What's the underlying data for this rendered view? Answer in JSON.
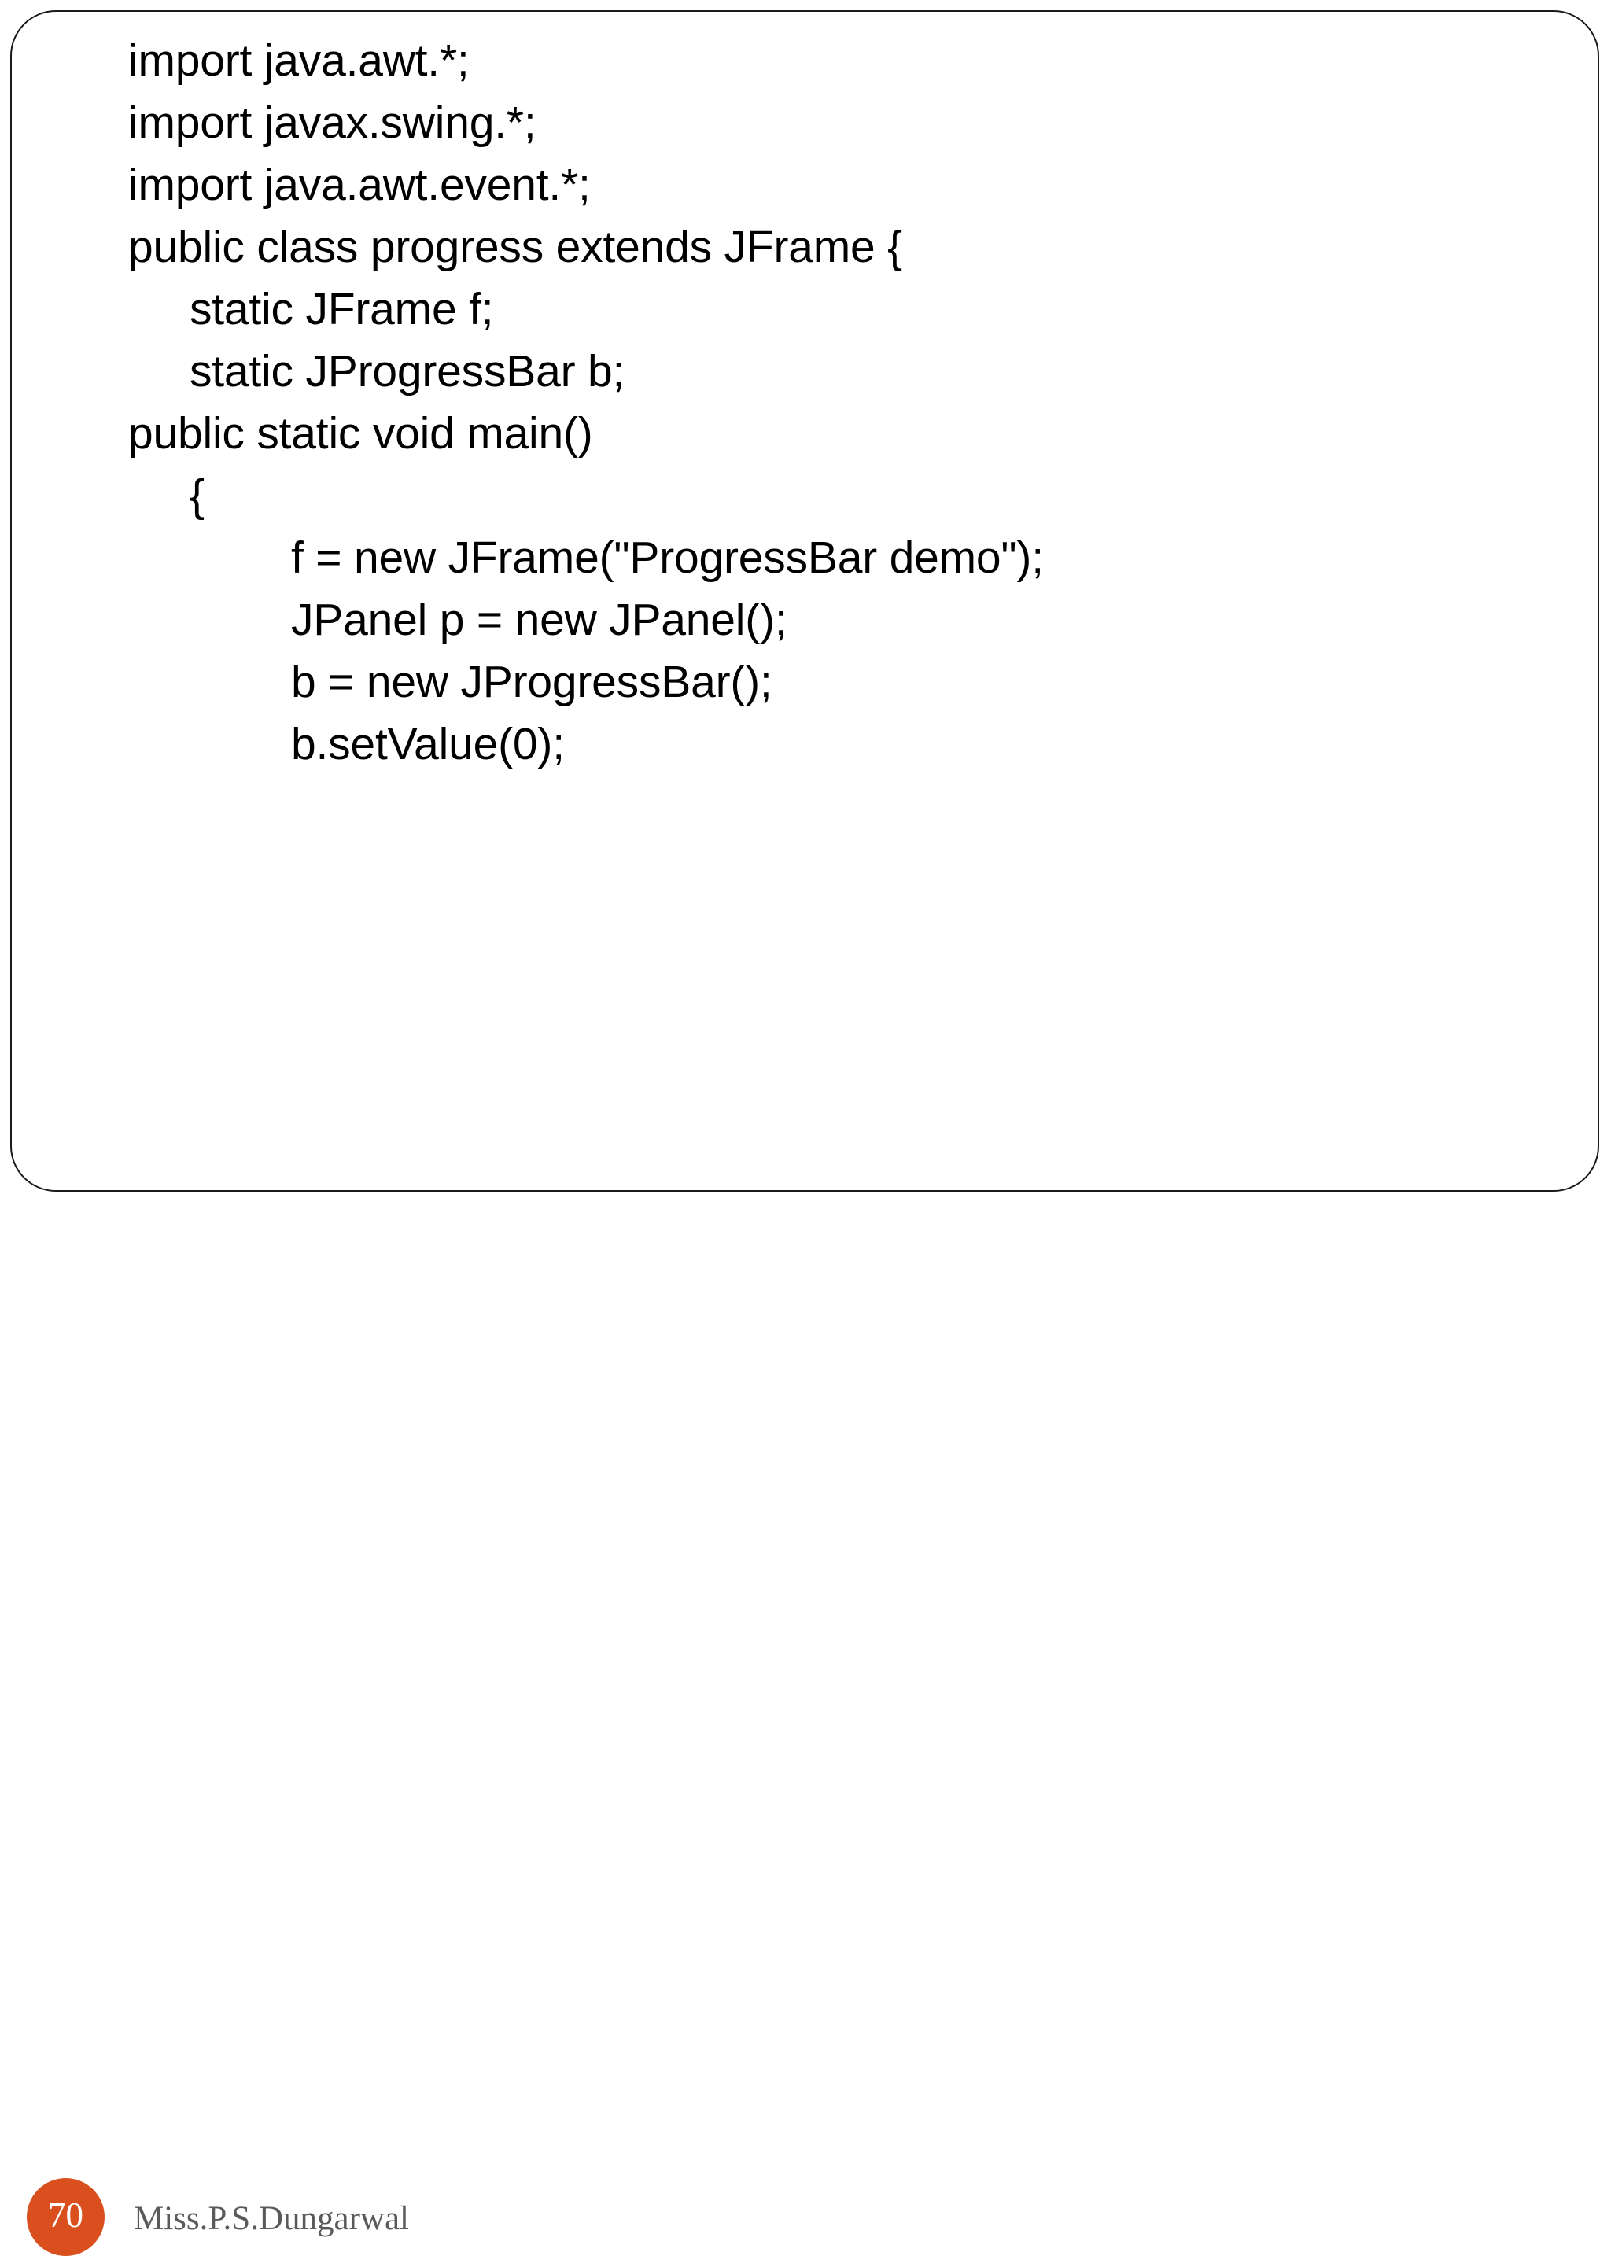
{
  "slide": {
    "number": "70",
    "author": "Miss.P.S.Dungarwal",
    "accent_color": "#d9501e",
    "border_color": "#1a1a1a",
    "background_color": "#ffffff",
    "text_color": "#000000",
    "footer_text_color": "#5a5a5a"
  },
  "code": {
    "language": "java",
    "lines": [
      {
        "indent": 0,
        "text": "import java.awt.*;"
      },
      {
        "indent": 0,
        "text": "import javax.swing.*;"
      },
      {
        "indent": 0,
        "text": "import java.awt.event.*;"
      },
      {
        "indent": 0,
        "text": "public class progress extends JFrame {"
      },
      {
        "indent": 1,
        "text": "static JFrame f;"
      },
      {
        "indent": 1,
        "text": "static JProgressBar b;"
      },
      {
        "indent": 0,
        "text": "public static void main()"
      },
      {
        "indent": 1,
        "text": "{"
      },
      {
        "indent": 2,
        "text": "f = new JFrame(\"ProgressBar demo\");"
      },
      {
        "indent": 2,
        "text": "JPanel p = new JPanel();"
      },
      {
        "indent": 2,
        "text": "b = new JProgressBar();"
      },
      {
        "indent": 2,
        "text": "b.setValue(0);"
      }
    ]
  }
}
